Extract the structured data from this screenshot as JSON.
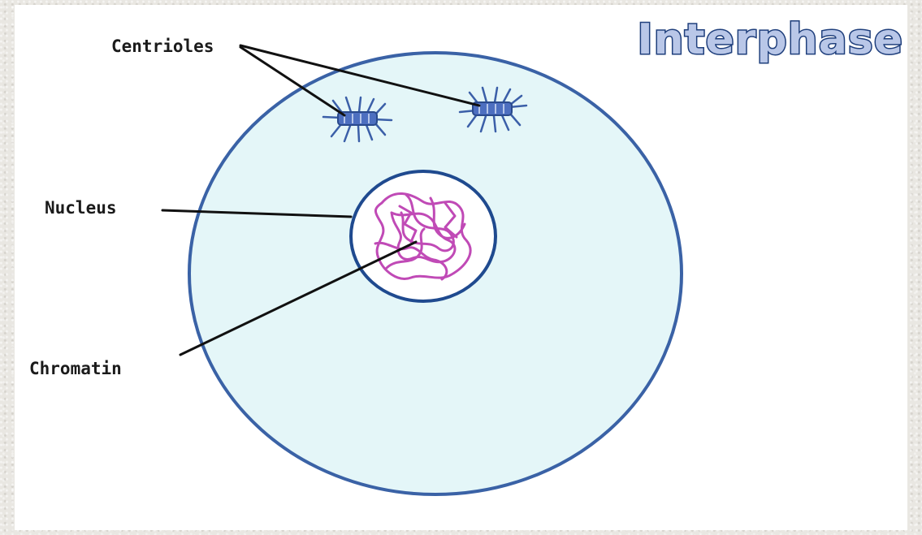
{
  "title": "Interphase",
  "labels": {
    "centrioles": "Centrioles",
    "nucleus": "Nucleus",
    "chromatin": "Chromatin"
  },
  "colors": {
    "cytoplasm_fill": "#e4f6f8",
    "membrane": "#3a62a6",
    "nuclear_envelope": "#1f4a8f",
    "nucleoplasm": "#ffffff",
    "chromatin": "#c04ab6",
    "centriole": "#4d6fc0",
    "title_fill": "#b9c7e8",
    "title_outline": "#1f3f7c"
  },
  "icons": {
    "centriole_glyph": "centriole-icon"
  }
}
